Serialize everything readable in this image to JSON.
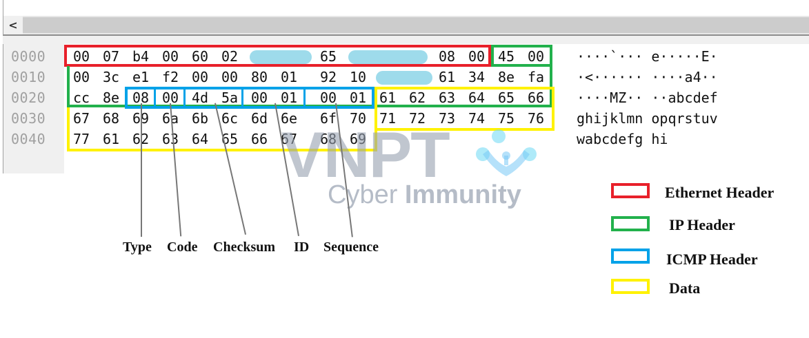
{
  "scrollbar": {
    "left_arrow": "<"
  },
  "hex_view": {
    "rows": [
      {
        "offset": "0000",
        "bytes": [
          "00",
          "07",
          "b4",
          "00",
          "60",
          "02",
          "??",
          "??",
          "65",
          "??",
          "??",
          "??",
          "08",
          "00",
          "45",
          "00"
        ],
        "ascii": "····`··· e·····E·"
      },
      {
        "offset": "0010",
        "bytes": [
          "00",
          "3c",
          "e1",
          "f2",
          "00",
          "00",
          "80",
          "01",
          "92",
          "10",
          "??",
          "??",
          "61",
          "34",
          "8e",
          "fa"
        ],
        "ascii": "·<······ ····a4··"
      },
      {
        "offset": "0020",
        "bytes": [
          "cc",
          "8e",
          "08",
          "00",
          "4d",
          "5a",
          "00",
          "01",
          "00",
          "01",
          "61",
          "62",
          "63",
          "64",
          "65",
          "66"
        ],
        "ascii": "····MZ·· ··abcdef"
      },
      {
        "offset": "0030",
        "bytes": [
          "67",
          "68",
          "69",
          "6a",
          "6b",
          "6c",
          "6d",
          "6e",
          "6f",
          "70",
          "71",
          "72",
          "73",
          "74",
          "75",
          "76"
        ],
        "ascii": "ghijklmn opqrstuv"
      },
      {
        "offset": "0040",
        "bytes": [
          "77",
          "61",
          "62",
          "63",
          "64",
          "65",
          "66",
          "67",
          "68",
          "69"
        ],
        "ascii": "wabcdefg hi"
      }
    ],
    "redacted_note": "some bytes obscured by blue blur marks"
  },
  "field_labels": {
    "type": "Type",
    "code": "Code",
    "checksum": "Checksum",
    "id": "ID",
    "sequence": "Sequence"
  },
  "legend": {
    "items": [
      {
        "label": "Ethernet Header",
        "color": "#e8202a"
      },
      {
        "label": "IP Header",
        "color": "#22b14c"
      },
      {
        "label": "ICMP Header",
        "color": "#00a2e8"
      },
      {
        "label": "Data",
        "color": "#fff200"
      }
    ]
  },
  "watermark": {
    "brand": "VNPT",
    "tagline_light": "Cyber ",
    "tagline_bold": "Immunity"
  }
}
